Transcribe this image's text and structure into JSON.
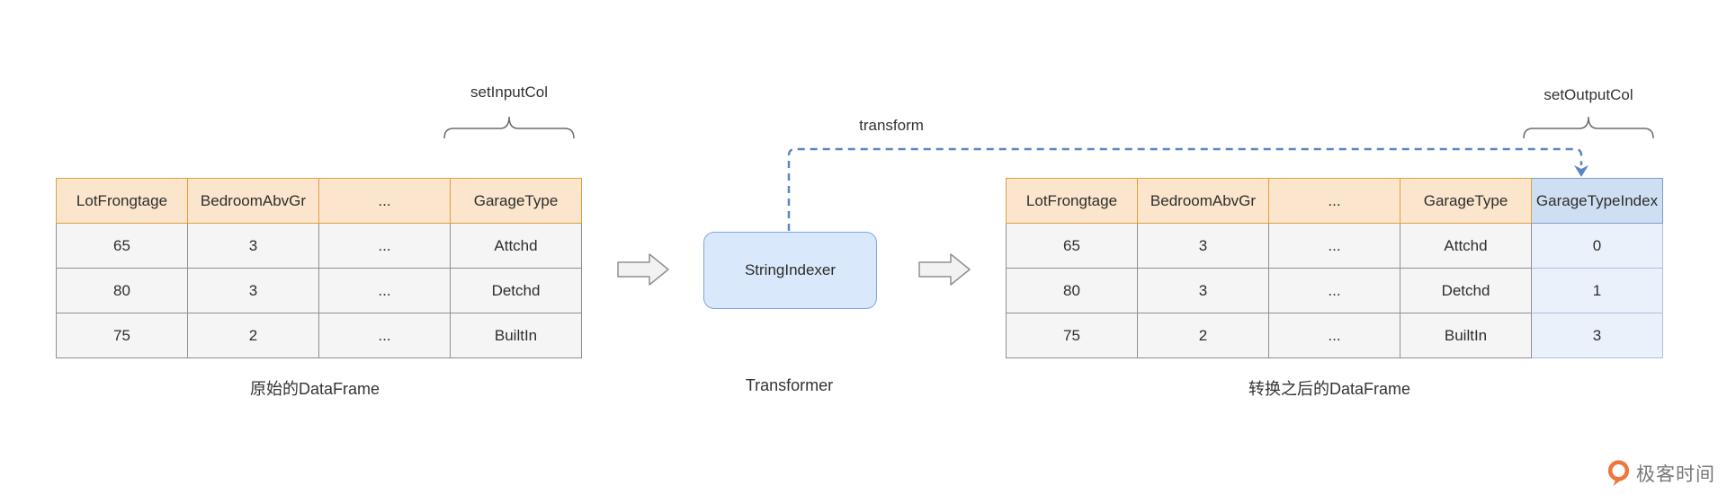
{
  "diagram": {
    "annotations": {
      "set_input_col": "setInputCol",
      "set_output_col": "setOutputCol",
      "transform": "transform"
    },
    "left_table": {
      "caption": "原始的DataFrame",
      "headers": [
        "LotFrongtage",
        "BedroomAbvGr",
        "...",
        "GarageType"
      ],
      "rows": [
        [
          "65",
          "3",
          "...",
          "Attchd"
        ],
        [
          "80",
          "3",
          "...",
          "Detchd"
        ],
        [
          "75",
          "2",
          "...",
          "BuiltIn"
        ]
      ]
    },
    "right_table": {
      "caption": "转换之后的DataFrame",
      "headers": [
        "LotFrongtage",
        "BedroomAbvGr",
        "...",
        "GarageType",
        "GarageTypeIndex"
      ],
      "rows": [
        [
          "65",
          "3",
          "...",
          "Attchd",
          "0"
        ],
        [
          "80",
          "3",
          "...",
          "Detchd",
          "1"
        ],
        [
          "75",
          "2",
          "...",
          "BuiltIn",
          "3"
        ]
      ],
      "highlight_column": "GarageTypeIndex"
    },
    "transformer": {
      "label": "StringIndexer",
      "caption": "Transformer"
    },
    "logo": {
      "text": "极客时间"
    },
    "colors": {
      "header_bg": "#FBE5CC",
      "header_border": "#DFA13E",
      "cell_bg": "#F5F5F5",
      "cell_border": "#909090",
      "index_header_bg": "#CEDFF3",
      "index_header_border": "#7D9CC8",
      "index_cell_bg": "#EAF1FA",
      "index_cell_border": "#ABC1DC",
      "box_bg": "#DAE8FB",
      "box_border": "#80A6E2",
      "dash_line": "#5B84C4",
      "arrow_fill": "#F2F2F2",
      "arrow_border": "#909090",
      "brace_stroke": "#6B6B6B",
      "logo_orange": "#F0763F",
      "logo_text": "#787878"
    }
  }
}
